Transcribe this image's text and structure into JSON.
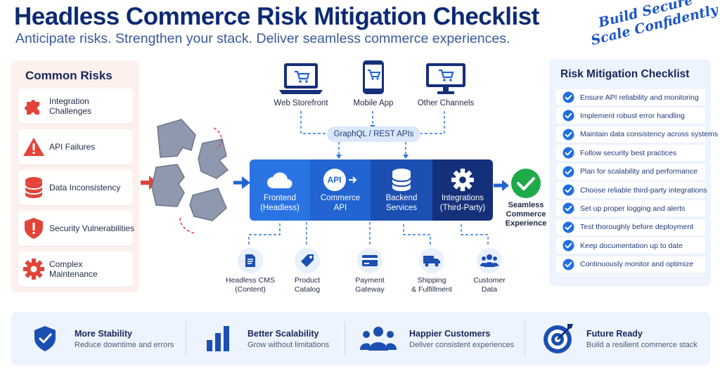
{
  "header": {
    "title": "Headless Commerce Risk Mitigation Checklist",
    "subtitle": "Anticipate risks. Strengthen your stack. Deliver seamless commerce experiences.",
    "script_line1": "Build Secure",
    "script_line2": "Scale Confidently"
  },
  "risks": {
    "title": "Common Risks",
    "items": [
      {
        "label": "Integration Challenges",
        "icon": "puzzle-icon"
      },
      {
        "label": "API Failures",
        "icon": "warning-icon"
      },
      {
        "label": "Data Inconsistency",
        "icon": "database-icon"
      },
      {
        "label": "Security Vulnerabilities",
        "icon": "shield-alert-icon"
      },
      {
        "label": "Complex Maintenance",
        "icon": "gear-icon"
      }
    ]
  },
  "channels": [
    {
      "label": "Web Storefront",
      "icon": "laptop-cart-icon"
    },
    {
      "label": "Mobile App",
      "icon": "phone-cart-icon"
    },
    {
      "label": "Other Channels",
      "icon": "monitor-cart-icon"
    }
  ],
  "api_pill": "GraphQL / REST APIs",
  "blocks": [
    {
      "line1": "Frontend",
      "line2": "(Headless)",
      "icon": "cloud-icon"
    },
    {
      "line1": "Commerce",
      "line2": "API",
      "badge": "API",
      "icon": "api-icon"
    },
    {
      "line1": "Backend",
      "line2": "Services",
      "icon": "database-icon"
    },
    {
      "line1": "Integrations",
      "line2": "(Third-Party)",
      "icon": "gear-icon"
    }
  ],
  "outcome": {
    "line1": "Seamless",
    "line2": "Commerce",
    "line3": "Experience"
  },
  "services": [
    {
      "line1": "Headless CMS",
      "line2": "(Content)",
      "icon": "document-icon"
    },
    {
      "line1": "Product",
      "line2": "Catalog",
      "icon": "tag-icon"
    },
    {
      "line1": "Payment",
      "line2": "Gateway",
      "icon": "card-icon"
    },
    {
      "line1": "Shipping",
      "line2": "& Fulfillment",
      "icon": "truck-icon"
    },
    {
      "line1": "Customer",
      "line2": "Data",
      "icon": "users-icon"
    }
  ],
  "checklist": {
    "title": "Risk Mitigation Checklist",
    "items": [
      "Ensure API reliability and monitoring",
      "Implement robust error handling",
      "Maintain data consistency across systems",
      "Follow security best practices",
      "Plan for scalability and performance",
      "Choose reliable third-party integrations",
      "Set up proper logging and alerts",
      "Test thoroughly before deployment",
      "Keep documentation up to date",
      "Continuously monitor and optimize"
    ]
  },
  "benefits": [
    {
      "title": "More Stability",
      "subtitle": "Reduce downtime and errors",
      "icon": "shield-check-icon"
    },
    {
      "title": "Better Scalability",
      "subtitle": "Grow without limitations",
      "icon": "bar-chart-icon"
    },
    {
      "title": "Happier Customers",
      "subtitle": "Deliver consistent experiences",
      "icon": "users-icon"
    },
    {
      "title": "Future Ready",
      "subtitle": "Build a resilient commerce stack",
      "icon": "target-icon"
    }
  ],
  "colors": {
    "navy": "#0d2a73",
    "accent_blue": "#2a73e3",
    "risk_red": "#e2443a",
    "check_blue": "#1f6fe0",
    "success_green": "#1faa4a"
  }
}
